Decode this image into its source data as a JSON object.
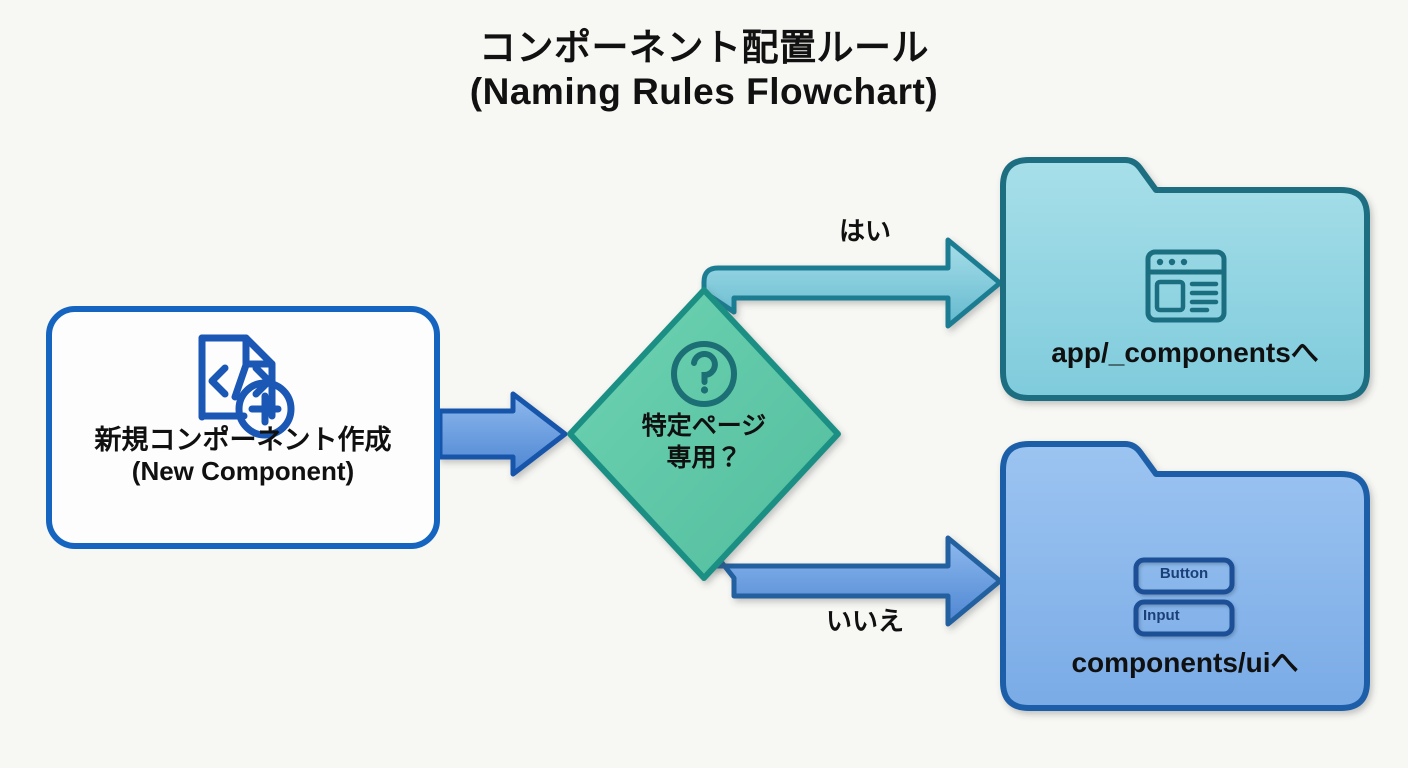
{
  "title": {
    "line1": "コンポーネント配置ルール",
    "line2": "(Naming Rules Flowchart)"
  },
  "nodes": {
    "start": {
      "label_ja": "新規コンポーネント作成",
      "label_en": "(New Component)",
      "icon": "document-code-add-icon",
      "border_color": "#1565c0",
      "fill_color": "#fdfdfd"
    },
    "decision": {
      "label_line1": "特定ページ",
      "label_line2": "専用？",
      "icon": "question-circle-icon",
      "fill_color": "#5fc9a8",
      "border_color": "#1a7f7a"
    },
    "folder_a": {
      "label": "app/_componentsへ",
      "icon": "browser-window-icon",
      "fill_color": "#8ed4e2",
      "border_color": "#1a6e80"
    },
    "folder_b": {
      "label": "components/uiへ",
      "icon": "ui-components-icon",
      "fill_color": "#85b4ea",
      "border_color": "#1f5fa8",
      "chips": [
        "Button",
        "Input"
      ]
    }
  },
  "edges": {
    "start_to_decision": {
      "label": "",
      "color": "#1565c0"
    },
    "yes": {
      "label": "はい",
      "color": "#2f99ad",
      "target": "app/_componentsへ"
    },
    "no": {
      "label": "いいえ",
      "color": "#2f6fc0",
      "target": "components/uiへ"
    }
  },
  "background_color": "#f7f7f4"
}
